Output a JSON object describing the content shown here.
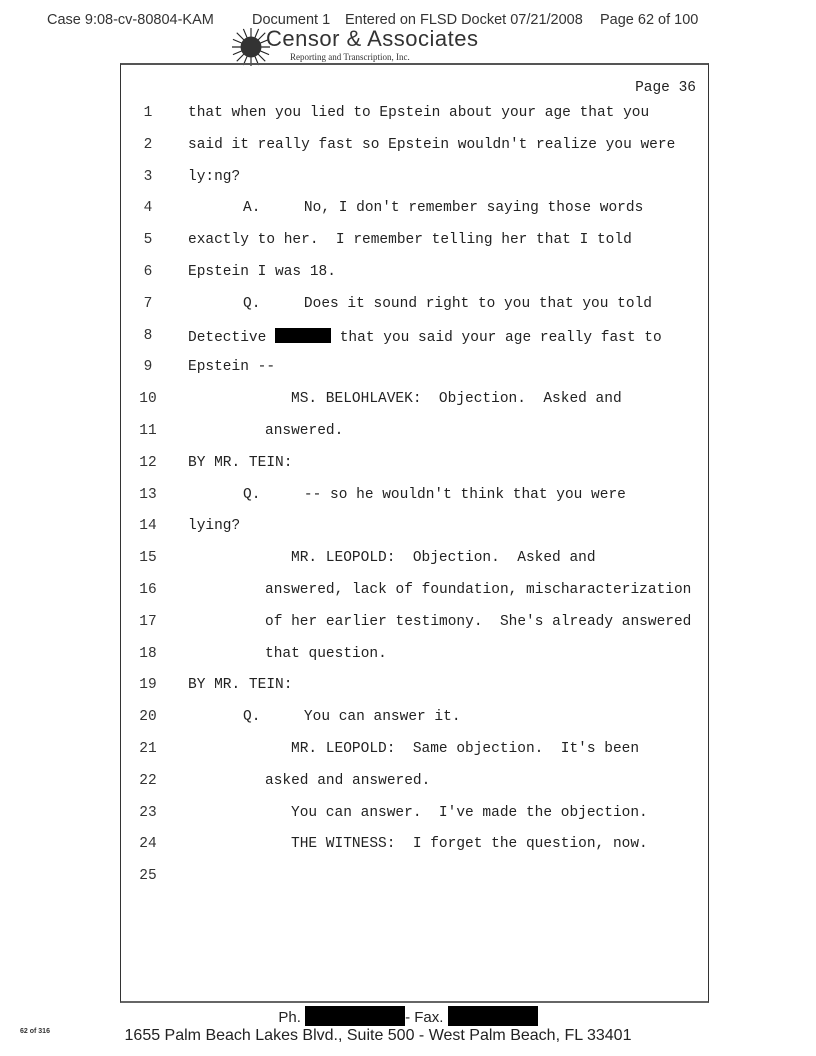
{
  "header": {
    "case": "Case 9:08-cv-80804-KAM",
    "document": "Document 1",
    "entered": "Entered on FLSD Docket 07/21/2008",
    "page": "Page 62 of 100"
  },
  "logo": {
    "name": "Censor & Associates",
    "subtitle": "Reporting and Transcription, Inc."
  },
  "transcript": {
    "page_label": "Page 36",
    "lines": [
      {
        "n": "1",
        "indent": 0,
        "text": "that when you lied to Epstein about your age that you"
      },
      {
        "n": "2",
        "indent": 0,
        "text": "said it really fast so Epstein wouldn't realize you were"
      },
      {
        "n": "3",
        "indent": 0,
        "text": "ly:ng?"
      },
      {
        "n": "4",
        "indent": 2,
        "text": "A.     No, I don't remember saying those words"
      },
      {
        "n": "5",
        "indent": 0,
        "text": "exactly to her.  I remember telling her that I told"
      },
      {
        "n": "6",
        "indent": 0,
        "text": "Epstein I was 18."
      },
      {
        "n": "7",
        "indent": 2,
        "text": "Q.     Does it sound right to you that you told"
      },
      {
        "n": "8",
        "indent": 0,
        "text": "Detective",
        "redacted": true,
        "text_after": " that you said your age really fast to"
      },
      {
        "n": "9",
        "indent": 0,
        "text": "Epstein --"
      },
      {
        "n": "10",
        "indent": 3,
        "text": "MS. BELOHLAVEK:  Objection.  Asked and"
      },
      {
        "n": "11",
        "indent": 1,
        "text": "answered."
      },
      {
        "n": "12",
        "indent": 0,
        "text": "BY MR. TEIN:"
      },
      {
        "n": "13",
        "indent": 2,
        "text": "Q.     -- so he wouldn't think that you were"
      },
      {
        "n": "14",
        "indent": 0,
        "text": "lying?"
      },
      {
        "n": "15",
        "indent": 3,
        "text": "MR. LEOPOLD:  Objection.  Asked and"
      },
      {
        "n": "16",
        "indent": 1,
        "text": "answered, lack of foundation, mischaracterization"
      },
      {
        "n": "17",
        "indent": 1,
        "text": "of her earlier testimony.  She's already answered"
      },
      {
        "n": "18",
        "indent": 1,
        "text": "that question."
      },
      {
        "n": "19",
        "indent": 0,
        "text": "BY MR. TEIN:"
      },
      {
        "n": "20",
        "indent": 2,
        "text": "Q.     You can answer it."
      },
      {
        "n": "21",
        "indent": 3,
        "text": "MR. LEOPOLD:  Same objection.  It's been"
      },
      {
        "n": "22",
        "indent": 1,
        "text": "asked and answered."
      },
      {
        "n": "23",
        "indent": 3,
        "text": "You can answer.  I've made the objection."
      },
      {
        "n": "24",
        "indent": 3,
        "text": "THE WITNESS:  I forget the question, now."
      },
      {
        "n": "25",
        "indent": 0,
        "text": ""
      }
    ]
  },
  "footer": {
    "phone_label": "Ph.",
    "fax_label": "- Fax.",
    "address": "1655 Palm Beach Lakes Blvd., Suite 500 - West Palm Beach, FL 33401",
    "page_count": "62 of 316"
  }
}
